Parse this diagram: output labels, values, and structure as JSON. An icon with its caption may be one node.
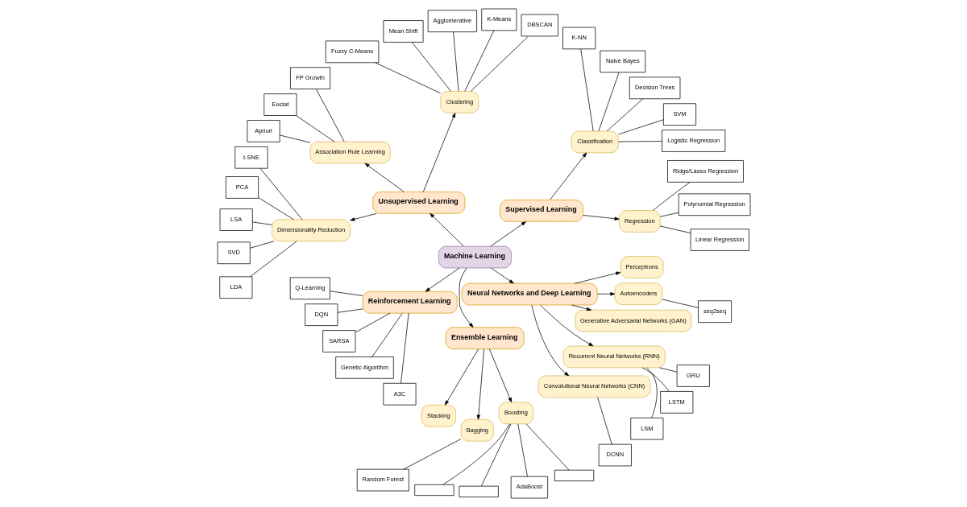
{
  "diagram": {
    "nodes": [
      {
        "text": [
          "Machine Learning"
        ]
      },
      {
        "text": [
          "Supervised Learning"
        ]
      },
      {
        "text": [
          "Regression"
        ]
      },
      {
        "text": [
          "Linear Regression"
        ]
      },
      {
        "text": [
          "Polynomial Regression"
        ]
      },
      {
        "text": [
          "Ridge/Lasso Regression"
        ]
      },
      {
        "text": [
          "Classification"
        ]
      },
      {
        "text": [
          "Logistic Regression"
        ]
      },
      {
        "text": [
          "SVM"
        ]
      },
      {
        "text": [
          "Decision Trees"
        ]
      },
      {
        "text": [
          "Naive Bayes"
        ]
      },
      {
        "text": [
          "K-NN"
        ]
      },
      {
        "text": [
          "Unsupervised Learning"
        ]
      },
      {
        "text": [
          "Clustering"
        ]
      },
      {
        "text": [
          "DBSCAN"
        ]
      },
      {
        "text": [
          "K-Means"
        ]
      },
      {
        "text": [
          "Agglomerative"
        ]
      },
      {
        "text": [
          "Mean Shift"
        ]
      },
      {
        "text": [
          "Fuzzy C-Means"
        ]
      },
      {
        "text": [
          "Association Rule Learning"
        ]
      },
      {
        "text": [
          "FP Growth"
        ]
      },
      {
        "text": [
          "Euclat"
        ]
      },
      {
        "text": [
          "Apriori"
        ]
      },
      {
        "text": [
          "Dimensionality Reduction"
        ]
      },
      {
        "text": [
          "t-SNE"
        ]
      },
      {
        "text": [
          "PCA"
        ]
      },
      {
        "text": [
          "LSA"
        ]
      },
      {
        "text": [
          "SVD"
        ]
      },
      {
        "text": [
          "LDA"
        ]
      },
      {
        "text": [
          "Reinforcement Learning"
        ]
      },
      {
        "text": [
          "Q-Learning"
        ]
      },
      {
        "text": [
          "DQN"
        ]
      },
      {
        "text": [
          "SARSA"
        ]
      },
      {
        "text": [
          "Genetic Algorithm"
        ]
      },
      {
        "text": [
          "A3C"
        ]
      },
      {
        "text": [
          "Ensemble Learning"
        ]
      },
      {
        "text": [
          "Stacking"
        ]
      },
      {
        "text": [
          "Bagging"
        ]
      },
      {
        "text": [
          "Random Forest"
        ]
      },
      {
        "text": [
          "Boosting"
        ]
      },
      {
        "text": [],
        "shape": "box"
      },
      {
        "text": [],
        "shape": "box"
      },
      {
        "text": [
          "AdaBoost"
        ]
      },
      {
        "text": [],
        "shape": "box"
      },
      {
        "text": [
          "Neural Networks and Deep Learning"
        ]
      },
      {
        "text": [
          "Convolutional Neural Networks (CNN)"
        ]
      },
      {
        "text": [
          "DCNN"
        ]
      },
      {
        "text": [
          "Recurrent Neural Networks (RNN)"
        ]
      },
      {
        "text": [
          "LSM"
        ]
      },
      {
        "text": [
          "LSTM"
        ]
      },
      {
        "text": [
          "GRU"
        ]
      },
      {
        "text": [
          "Generative Adversarial Networks (GAN)"
        ]
      },
      {
        "text": [
          "Autoencoders"
        ]
      },
      {
        "text": [
          "seq2seq"
        ]
      },
      {
        "text": [
          "Perceptrons"
        ]
      }
    ],
    "edges": [
      {
        "from": 0,
        "to": 1,
        "arrow": "to"
      },
      {
        "from": 0,
        "to": 12,
        "arrow": "to"
      },
      {
        "from": 0,
        "to": 29,
        "arrow": "to"
      },
      {
        "from": 0,
        "to": 35,
        "arrow": "to"
      },
      {
        "from": 0,
        "to": 44,
        "arrow": "to"
      },
      {
        "from": 1,
        "to": 2,
        "arrow": "to"
      },
      {
        "from": 1,
        "to": 6,
        "arrow": "to"
      },
      {
        "from": 2,
        "to": 3,
        "arrow": "none"
      },
      {
        "from": 2,
        "to": 4,
        "arrow": "none"
      },
      {
        "from": 2,
        "to": 5,
        "arrow": "none"
      },
      {
        "from": 6,
        "to": 7,
        "arrow": "none"
      },
      {
        "from": 6,
        "to": 8,
        "arrow": "none"
      },
      {
        "from": 6,
        "to": 9,
        "arrow": "none"
      },
      {
        "from": 6,
        "to": 10,
        "arrow": "none"
      },
      {
        "from": 6,
        "to": 11,
        "arrow": "none"
      },
      {
        "from": 12,
        "to": 13,
        "arrow": "to"
      },
      {
        "from": 12,
        "to": 19,
        "arrow": "to"
      },
      {
        "from": 12,
        "to": 23,
        "arrow": "to"
      },
      {
        "from": 13,
        "to": 14,
        "arrow": "none"
      },
      {
        "from": 13,
        "to": 15,
        "arrow": "none"
      },
      {
        "from": 13,
        "to": 16,
        "arrow": "none"
      },
      {
        "from": 13,
        "to": 17,
        "arrow": "none"
      },
      {
        "from": 13,
        "to": 18,
        "arrow": "none"
      },
      {
        "from": 19,
        "to": 20,
        "arrow": "none"
      },
      {
        "from": 19,
        "to": 21,
        "arrow": "none"
      },
      {
        "from": 19,
        "to": 22,
        "arrow": "none"
      },
      {
        "from": 23,
        "to": 24,
        "arrow": "none"
      },
      {
        "from": 23,
        "to": 25,
        "arrow": "none"
      },
      {
        "from": 23,
        "to": 26,
        "arrow": "none"
      },
      {
        "from": 23,
        "to": 27,
        "arrow": "none"
      },
      {
        "from": 23,
        "to": 28,
        "arrow": "none"
      },
      {
        "from": 29,
        "to": 30,
        "arrow": "none"
      },
      {
        "from": 29,
        "to": 31,
        "arrow": "none"
      },
      {
        "from": 29,
        "to": 32,
        "arrow": "none"
      },
      {
        "from": 29,
        "to": 33,
        "arrow": "none"
      },
      {
        "from": 29,
        "to": 34,
        "arrow": "none"
      },
      {
        "from": 35,
        "to": 36,
        "arrow": "to"
      },
      {
        "from": 35,
        "to": 37,
        "arrow": "to"
      },
      {
        "from": 35,
        "to": 39,
        "arrow": "to"
      },
      {
        "from": 37,
        "to": 38,
        "arrow": "none"
      },
      {
        "from": 39,
        "to": 40,
        "arrow": "none"
      },
      {
        "from": 39,
        "to": 41,
        "arrow": "none"
      },
      {
        "from": 39,
        "to": 42,
        "arrow": "none"
      },
      {
        "from": 39,
        "to": 43,
        "arrow": "none"
      },
      {
        "from": 44,
        "to": 45,
        "arrow": "to"
      },
      {
        "from": 44,
        "to": 47,
        "arrow": "to"
      },
      {
        "from": 44,
        "to": 51,
        "arrow": "to"
      },
      {
        "from": 44,
        "to": 52,
        "arrow": "to"
      },
      {
        "from": 44,
        "to": 54,
        "arrow": "to"
      },
      {
        "from": 45,
        "to": 46,
        "arrow": "none"
      },
      {
        "from": 47,
        "to": 48,
        "arrow": "none"
      },
      {
        "from": 47,
        "to": 49,
        "arrow": "none"
      },
      {
        "from": 47,
        "to": 50,
        "arrow": "none"
      },
      {
        "from": 52,
        "to": 53,
        "arrow": "none"
      }
    ]
  }
}
